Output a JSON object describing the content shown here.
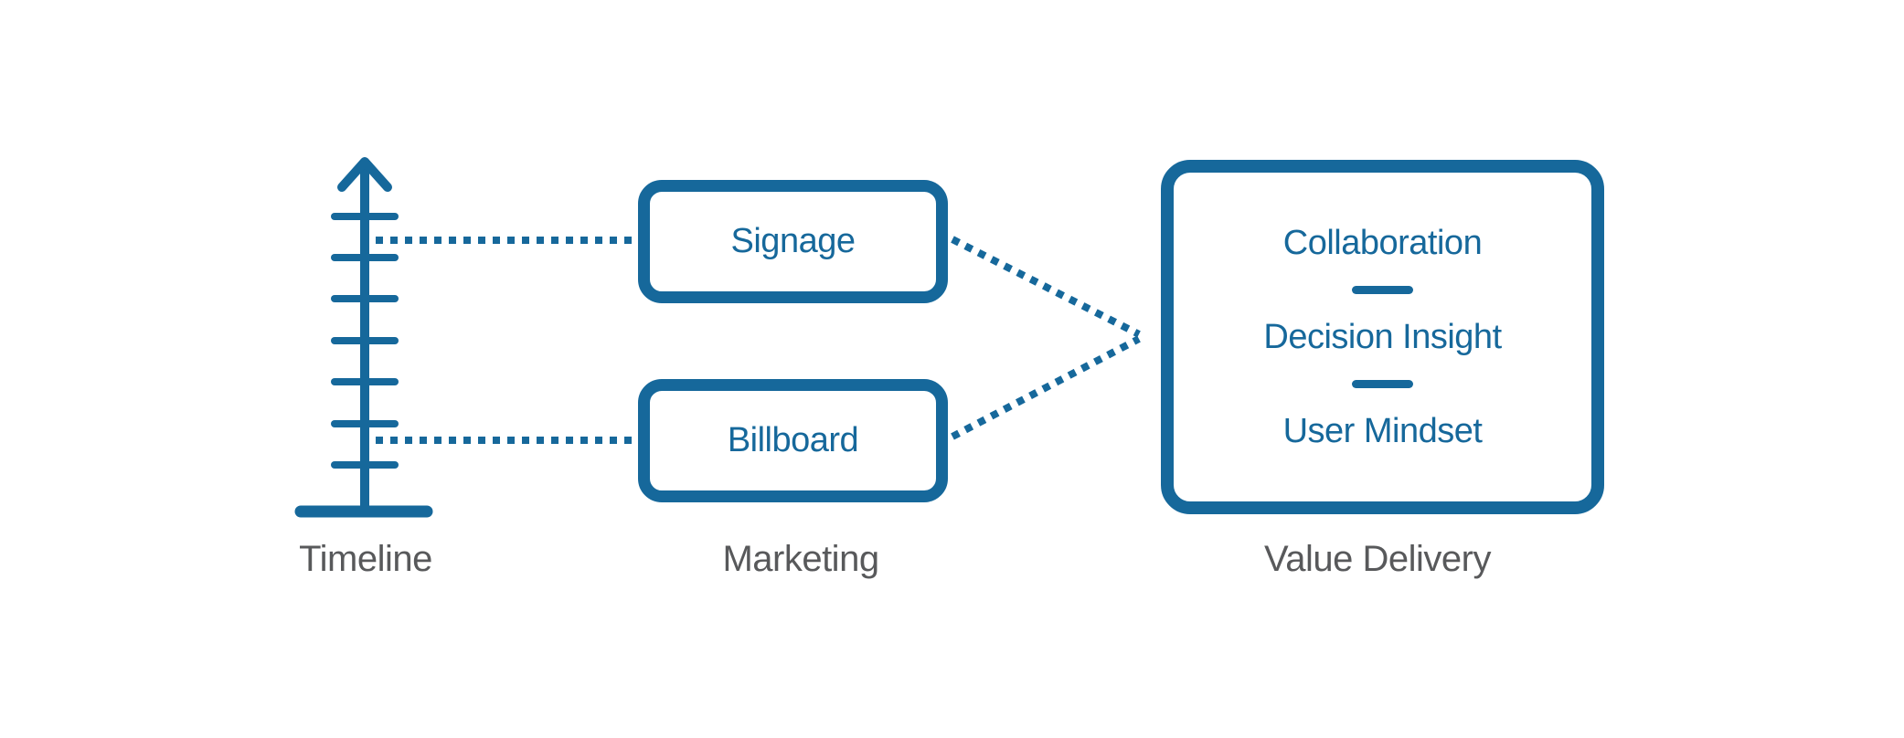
{
  "colors": {
    "accent": "#16689b",
    "label": "#58595b",
    "background": "#ffffff"
  },
  "timeline": {
    "label": "Timeline",
    "tick_count": 7
  },
  "marketing": {
    "label": "Marketing",
    "nodes": [
      {
        "label": "Signage"
      },
      {
        "label": "Billboard"
      }
    ]
  },
  "value_delivery": {
    "label": "Value Delivery",
    "items": [
      "Collaboration",
      "Decision Insight",
      "User Mindset"
    ]
  }
}
